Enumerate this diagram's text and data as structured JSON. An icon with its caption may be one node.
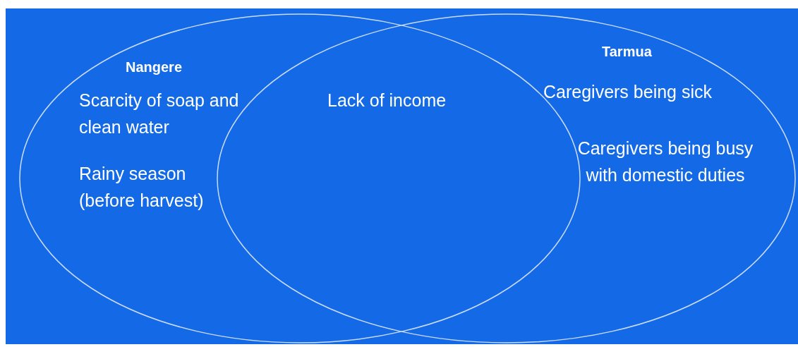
{
  "diagram": {
    "nodes": [
      {
        "text": [
          "Nangere",
          "Scarcity of soap and clean water",
          "Rainy season (before harvest)"
        ]
      },
      {
        "text": [
          "Tarmua",
          "Caregivers being sick",
          "Caregivers being busy with domestic duties"
        ]
      }
    ],
    "labels": [
      "Lack of income"
    ]
  }
}
